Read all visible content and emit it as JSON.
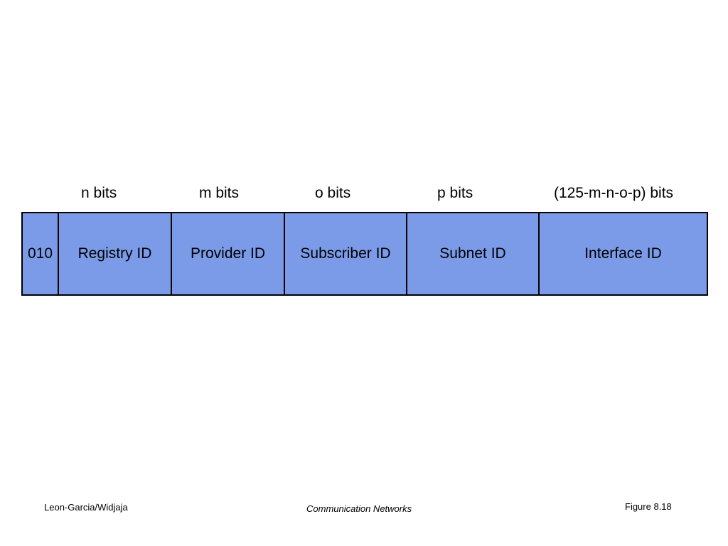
{
  "bit_labels": {
    "n": "n bits",
    "m": "m bits",
    "o": "o bits",
    "p": "p bits",
    "interface": "(125-m-n-o-p) bits"
  },
  "fields": {
    "prefix": "010",
    "registry": "Registry ID",
    "provider": "Provider ID",
    "subscriber": "Subscriber ID",
    "subnet": "Subnet ID",
    "interface": "Interface ID"
  },
  "footer": {
    "author": "Leon-Garcia/Widjaja",
    "book": "Communication Networks",
    "figure": "Figure 8.18"
  },
  "colors": {
    "field_fill": "#7b9be8",
    "border": "#000000",
    "background": "#ffffff"
  }
}
